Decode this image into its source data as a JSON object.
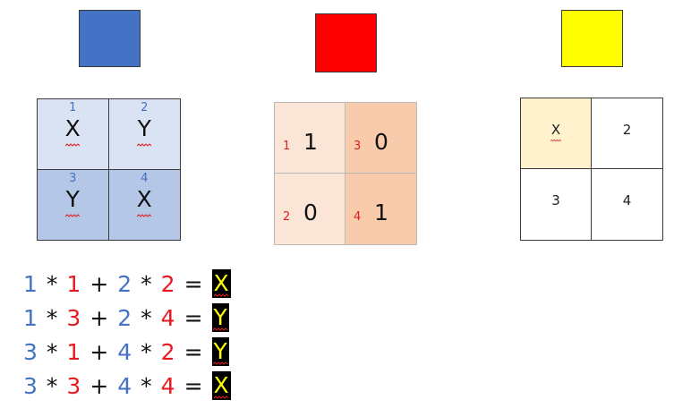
{
  "colors": {
    "blue": "#4472c4",
    "red": "#ff0000",
    "yellow": "#ffff00",
    "grid1_top": "#dae3f3",
    "grid1_bottom": "#b4c7e7",
    "grid2_light": "#fbe5d6",
    "grid2_dark": "#f8cbad",
    "grid3_highlight": "#fff2cc"
  },
  "grid_blue": {
    "cells": [
      {
        "index": "1",
        "value": "X"
      },
      {
        "index": "2",
        "value": "Y"
      },
      {
        "index": "3",
        "value": "Y"
      },
      {
        "index": "4",
        "value": "X"
      }
    ]
  },
  "grid_red": {
    "cells": [
      {
        "index": "1",
        "value": "1"
      },
      {
        "index": "3",
        "value": "0"
      },
      {
        "index": "2",
        "value": "0"
      },
      {
        "index": "4",
        "value": "1"
      }
    ]
  },
  "grid_yellow": {
    "cells": [
      {
        "value": "X"
      },
      {
        "value": "2"
      },
      {
        "value": "3"
      },
      {
        "value": "4"
      }
    ]
  },
  "equations": [
    {
      "a": "1",
      "b": "1",
      "c": "2",
      "d": "2",
      "result": "X"
    },
    {
      "a": "1",
      "b": "3",
      "c": "2",
      "d": "4",
      "result": "Y"
    },
    {
      "a": "3",
      "b": "1",
      "c": "4",
      "d": "2",
      "result": "Y"
    },
    {
      "a": "3",
      "b": "3",
      "c": "4",
      "d": "4",
      "result": "X"
    }
  ],
  "symbols": {
    "times": "*",
    "plus": "+",
    "equals": "="
  }
}
